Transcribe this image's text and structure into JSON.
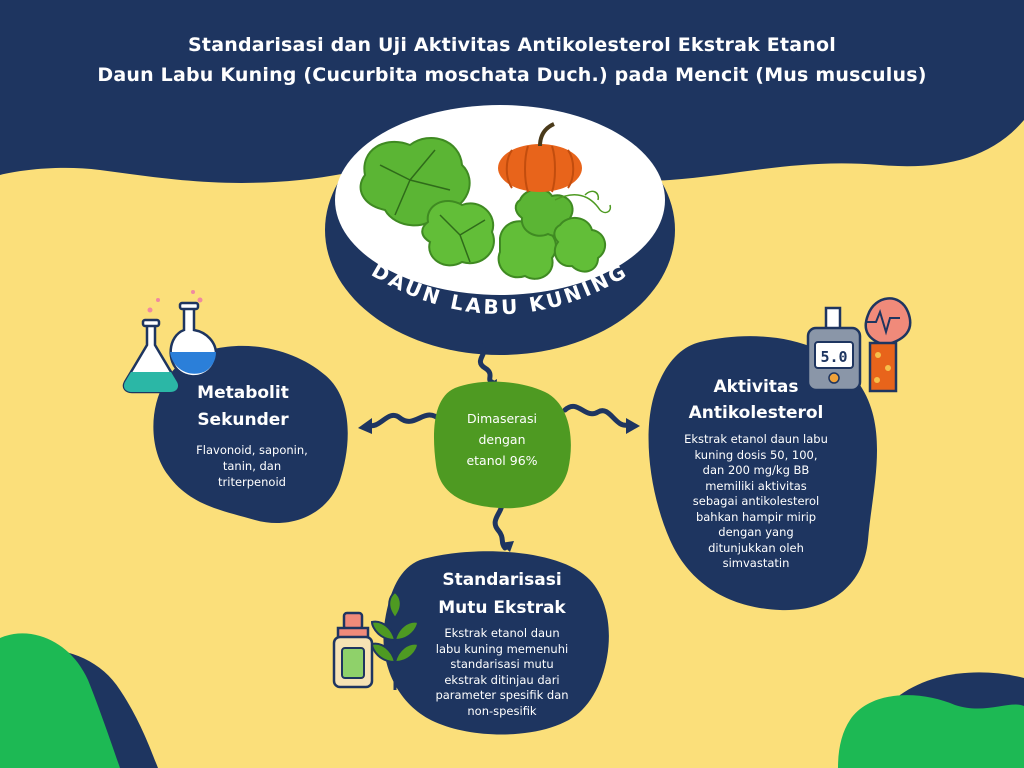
{
  "header": {
    "title_line1": "Standarisasi dan Uji Aktivitas Antikolesterol Ekstrak Etanol",
    "title_line2": "Daun Labu Kuning (Cucurbita moschata Duch.) pada Mencit (Mus musculus)"
  },
  "center": {
    "label": "DAUN LABU KUNING",
    "image": "pumpkin-leaves-and-pumpkin"
  },
  "process": {
    "lines": [
      "Dimaserasi",
      "dengan",
      "etanol 96%"
    ]
  },
  "metabolit": {
    "title_lines": [
      "Metabolit",
      "Sekunder"
    ],
    "body_lines": [
      "Flavonoid, saponin,",
      "tanin, dan",
      "triterpenoid"
    ],
    "icon": "flask-icon"
  },
  "aktivitas": {
    "title_lines": [
      "Aktivitas",
      "Antikolesterol"
    ],
    "body_lines": [
      "Ekstrak etanol daun labu",
      "kuning dosis 50, 100,",
      "dan 200 mg/kg BB",
      "memiliki aktivitas",
      "sebagai antikolesterol",
      "bahkan hampir mirip",
      "dengan yang",
      "ditunjukkan oleh",
      "simvastatin"
    ],
    "icon": "cholesterol-meter-icon",
    "meter_reading": "5.0"
  },
  "standarisasi": {
    "title_lines": [
      "Standarisasi",
      "Mutu Ekstrak"
    ],
    "body_lines": [
      "Ekstrak etanol daun",
      "labu kuning memenuhi",
      "standarisasi mutu",
      "ekstrak ditinjau dari",
      "parameter spesifik dan",
      "non-spesifik"
    ],
    "icon": "herbal-extract-bottle-icon"
  },
  "colors": {
    "background": "#FBDF7A",
    "navy": "#1E3560",
    "green_process": "#4E9A22",
    "green_blob": "#1DB954",
    "white": "#FFFFFF",
    "pumpkin": "#E8641B",
    "leaf": "#5BB534"
  }
}
